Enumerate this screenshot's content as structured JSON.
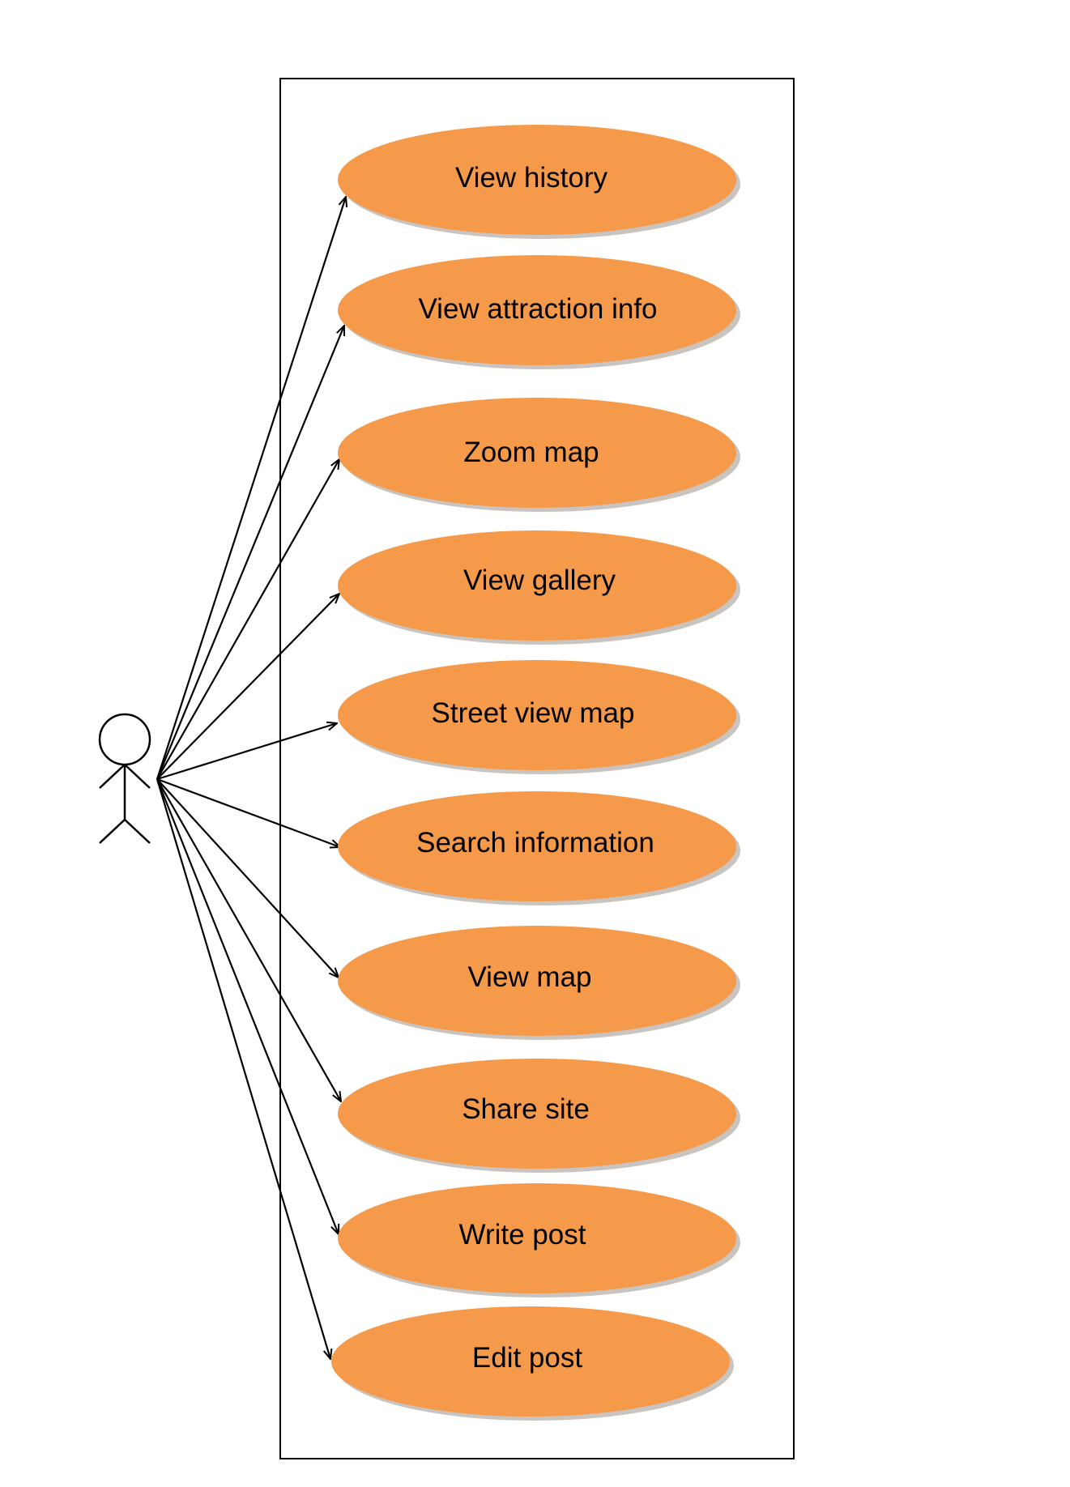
{
  "diagram": {
    "type": "use-case",
    "colors": {
      "use_case_fill": "#f59a4b",
      "use_case_shadow": "#c9c4bf",
      "stroke": "#000000",
      "background": "#ffffff"
    },
    "actor": {
      "label": ""
    },
    "use_cases": [
      {
        "id": "view-history",
        "label": "View history"
      },
      {
        "id": "view-attraction-info",
        "label": "View attraction info"
      },
      {
        "id": "zoom-map",
        "label": "Zoom map"
      },
      {
        "id": "view-gallery",
        "label": "View gallery"
      },
      {
        "id": "street-view-map",
        "label": "Street view map"
      },
      {
        "id": "search-information",
        "label": "Search information"
      },
      {
        "id": "view-map",
        "label": "View map"
      },
      {
        "id": "share-site",
        "label": "Share site"
      },
      {
        "id": "write-post",
        "label": "Write post"
      },
      {
        "id": "edit-post",
        "label": "Edit post"
      }
    ],
    "associations": [
      {
        "from": "actor",
        "to": "view-history",
        "arrow": "open"
      },
      {
        "from": "actor",
        "to": "view-attraction-info",
        "arrow": "open"
      },
      {
        "from": "actor",
        "to": "zoom-map",
        "arrow": "open"
      },
      {
        "from": "actor",
        "to": "view-gallery",
        "arrow": "open"
      },
      {
        "from": "actor",
        "to": "street-view-map",
        "arrow": "open"
      },
      {
        "from": "actor",
        "to": "search-information",
        "arrow": "open"
      },
      {
        "from": "actor",
        "to": "view-map",
        "arrow": "open"
      },
      {
        "from": "actor",
        "to": "share-site",
        "arrow": "open"
      },
      {
        "from": "actor",
        "to": "write-post",
        "arrow": "open"
      },
      {
        "from": "actor",
        "to": "edit-post",
        "arrow": "open"
      }
    ]
  }
}
